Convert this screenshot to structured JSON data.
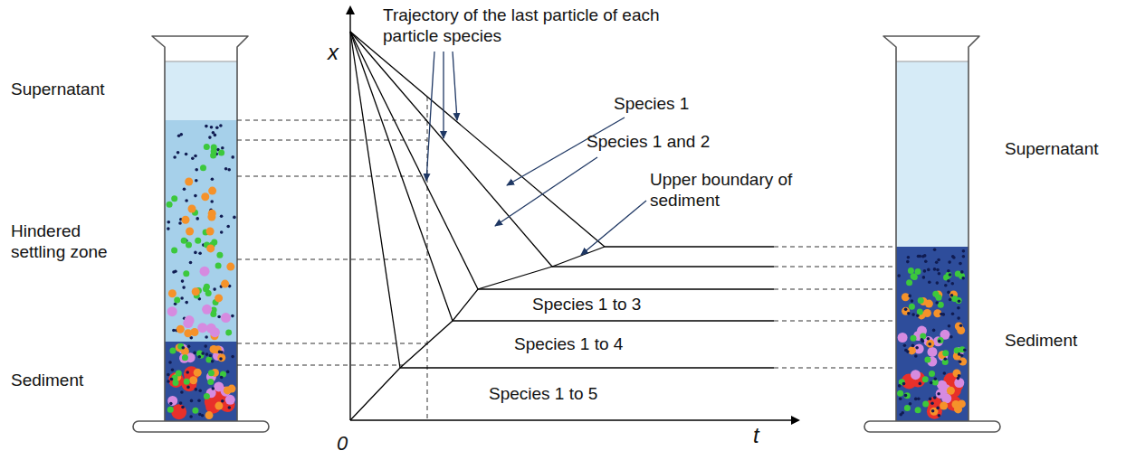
{
  "diagram": {
    "labels": [
      "Supernatant",
      "Hindered settling zone",
      "Sediment",
      "x",
      "Trajectory of the last particle of each particle species",
      "Species 1",
      "Species 1 and 2",
      "Upper boundary of sediment",
      "Species 1 to 3",
      "Species 1 to 4",
      "Species 1 to 5",
      "0",
      "t",
      "Supernatant",
      "Sediment"
    ]
  }
}
